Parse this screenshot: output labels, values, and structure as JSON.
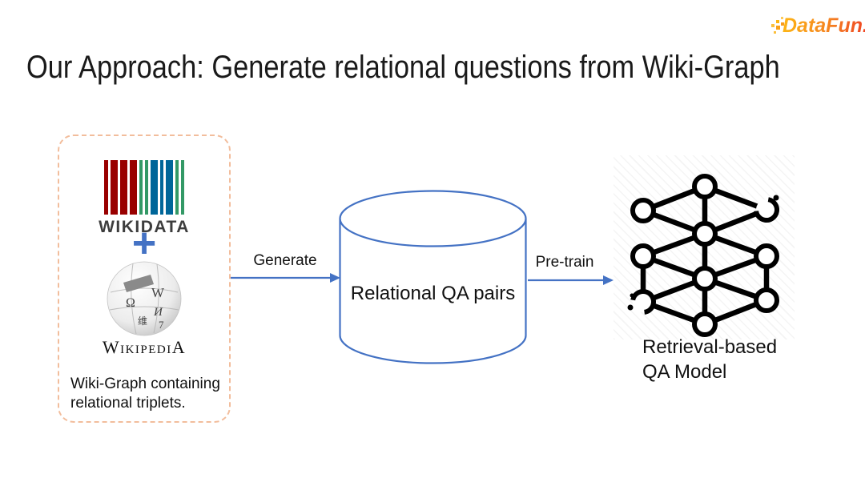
{
  "brand": {
    "logo_text": "DataFun."
  },
  "title": "Our Approach: Generate relational questions from Wiki-Graph",
  "wiki_box": {
    "wikidata_wordmark": "WIKIDATA",
    "plus_sign": "+",
    "globe_glyphs": [
      "W",
      "Ω",
      "И",
      "维",
      "7"
    ],
    "wikipedia_wordmark": "WikipediA",
    "caption": "Wiki-Graph containing relational triplets."
  },
  "flow": {
    "generate_label": "Generate",
    "database_label": "Relational QA pairs",
    "pretrain_label": "Pre-train",
    "model_label": [
      "Retrieval-based",
      "QA Model"
    ]
  },
  "colors": {
    "accent_blue": "#4472C4",
    "dashed_border": "#F2BD9C",
    "wikidata_red": "#990000",
    "wikidata_green": "#339966",
    "wikidata_blue": "#006699",
    "logo_orange_start": "#FDB515",
    "logo_orange_end": "#EF4123",
    "title_color": "#1A1A1A",
    "icon_black": "#000000"
  }
}
